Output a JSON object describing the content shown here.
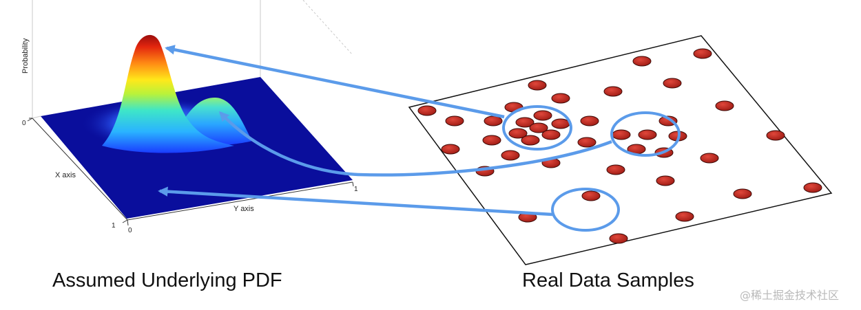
{
  "plot": {
    "z_axis_label": "Probability",
    "x_axis_label": "X axis",
    "y_axis_label": "Y axis",
    "tick_z_zero": "0",
    "tick_x_zero": "0",
    "tick_x_one": "1",
    "tick_y_one": "1",
    "tick_y_zero": "0"
  },
  "captions": {
    "left": "Assumed Underlying PDF",
    "right": "Real Data Samples"
  },
  "watermark": "@稀土掘金技术社区",
  "colors": {
    "plane": "#0a0e9c",
    "sample_fill": "#c0291f",
    "arrow": "#5b9bea",
    "peak": "#9b0d0d"
  }
}
